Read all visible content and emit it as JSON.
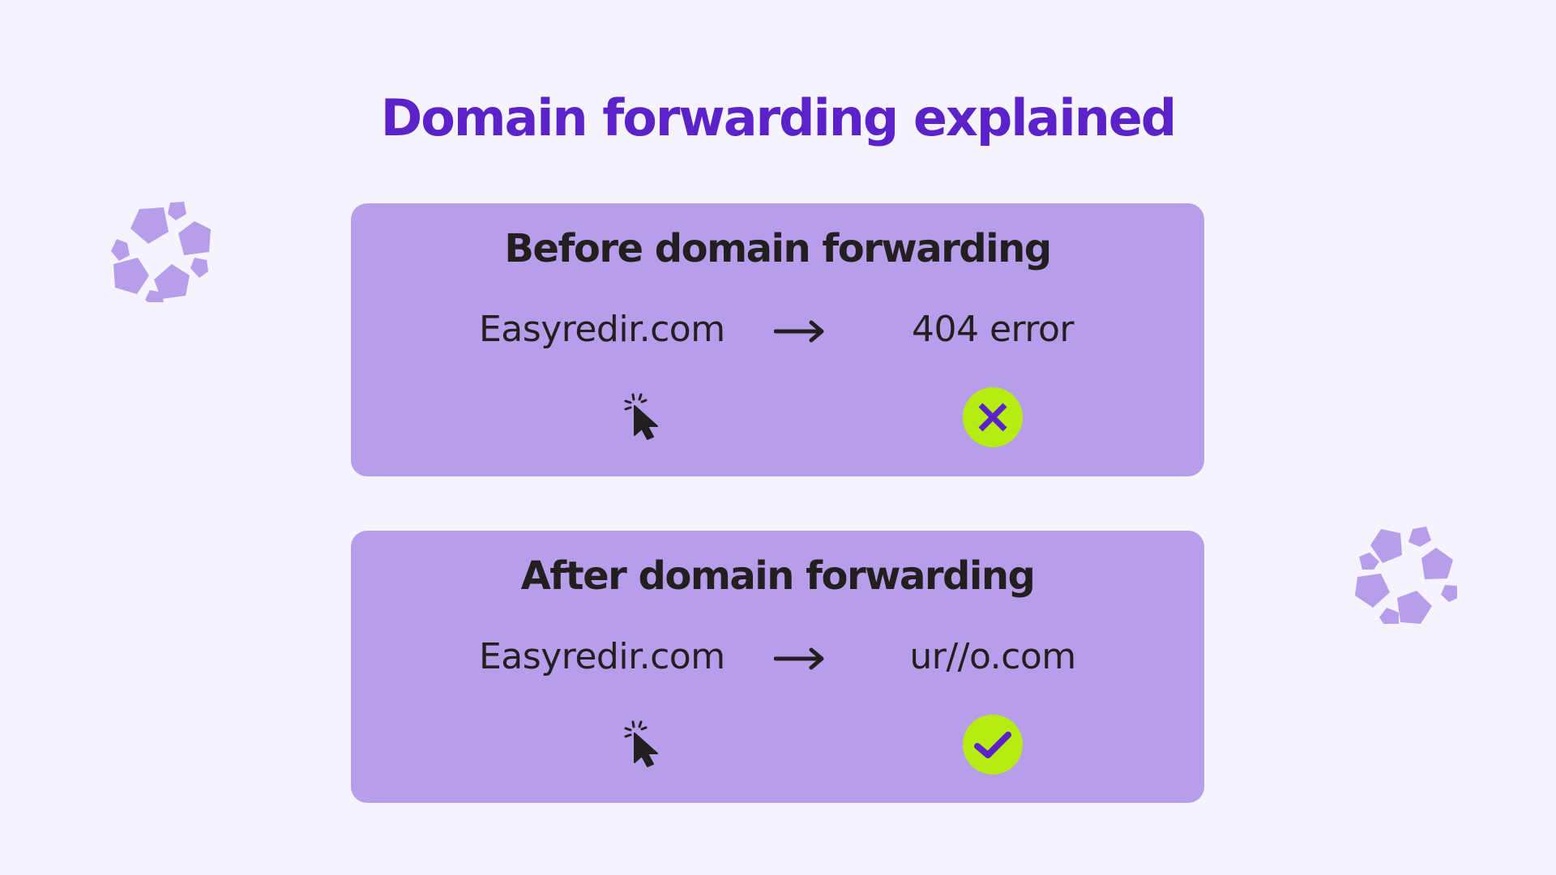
{
  "title": "Domain forwarding explained",
  "colors": {
    "background": "#f5f3fd",
    "title": "#5a22c8",
    "card": "#b69eea",
    "text": "#231f20",
    "status_circle": "#b7ec12",
    "status_mark": "#5a22c8",
    "decoration": "#b69eea"
  },
  "cards": [
    {
      "heading": "Before domain forwarding",
      "from_domain": "Easyredir.com",
      "arrow_icon": "right-arrow-icon",
      "to_destination": "404 error",
      "cursor_icon": "click-cursor-icon",
      "status_icon": "x-mark-icon",
      "status": "failure"
    },
    {
      "heading": "After domain forwarding",
      "from_domain": "Easyredir.com",
      "arrow_icon": "right-arrow-icon",
      "to_destination": "ur//o.com",
      "cursor_icon": "click-cursor-icon",
      "status_icon": "checkmark-icon",
      "status": "success"
    }
  ],
  "decorations": [
    {
      "name": "pentagon-cluster-left",
      "icon": "pentagon-cluster-icon"
    },
    {
      "name": "pentagon-cluster-right",
      "icon": "pentagon-cluster-icon"
    }
  ]
}
